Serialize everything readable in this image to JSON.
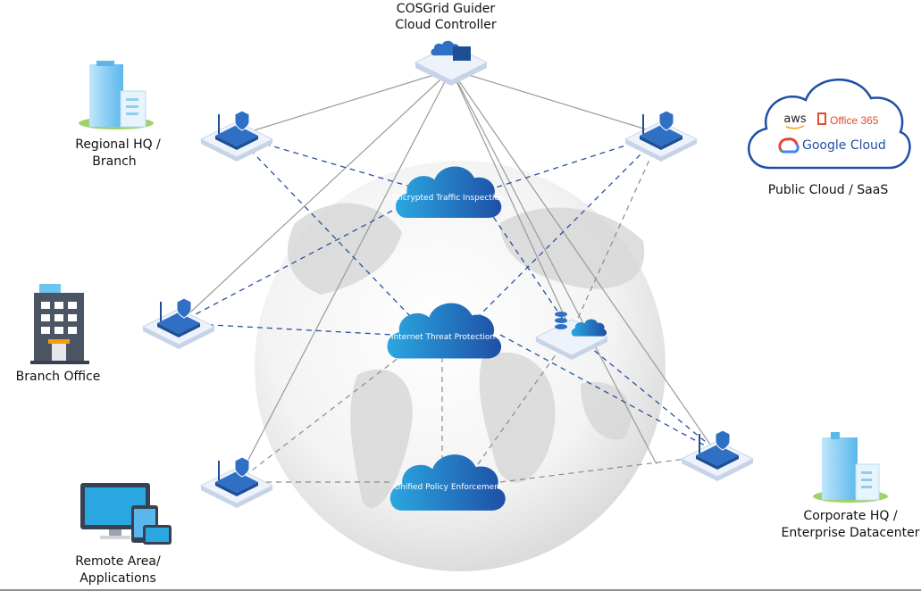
{
  "controller": {
    "line1": "COSGrid Guider",
    "line2": "Cloud Controller"
  },
  "sites": {
    "regional_hq": {
      "line1": "Regional HQ /",
      "line2": "Branch"
    },
    "branch_office": {
      "line1": "Branch Office"
    },
    "remote_area": {
      "line1": "Remote Area/",
      "line2": "Applications"
    },
    "corporate_hq": {
      "line1": "Corporate HQ /",
      "line2": "Enterprise Datacenter"
    },
    "public_cloud": {
      "line1": "Public Cloud / SaaS",
      "aws": "aws",
      "office": "Office 365",
      "google": "Google Cloud"
    }
  },
  "services": {
    "encrypted": "Encrypted Traffic Inspection",
    "threat": "Internet Threat Protection",
    "policy": "Unified Policy Enforcement"
  },
  "colors": {
    "accent": "#2a4fa0",
    "cloud_light": "#2aa7e0",
    "cloud_dark": "#1f4fa6"
  }
}
